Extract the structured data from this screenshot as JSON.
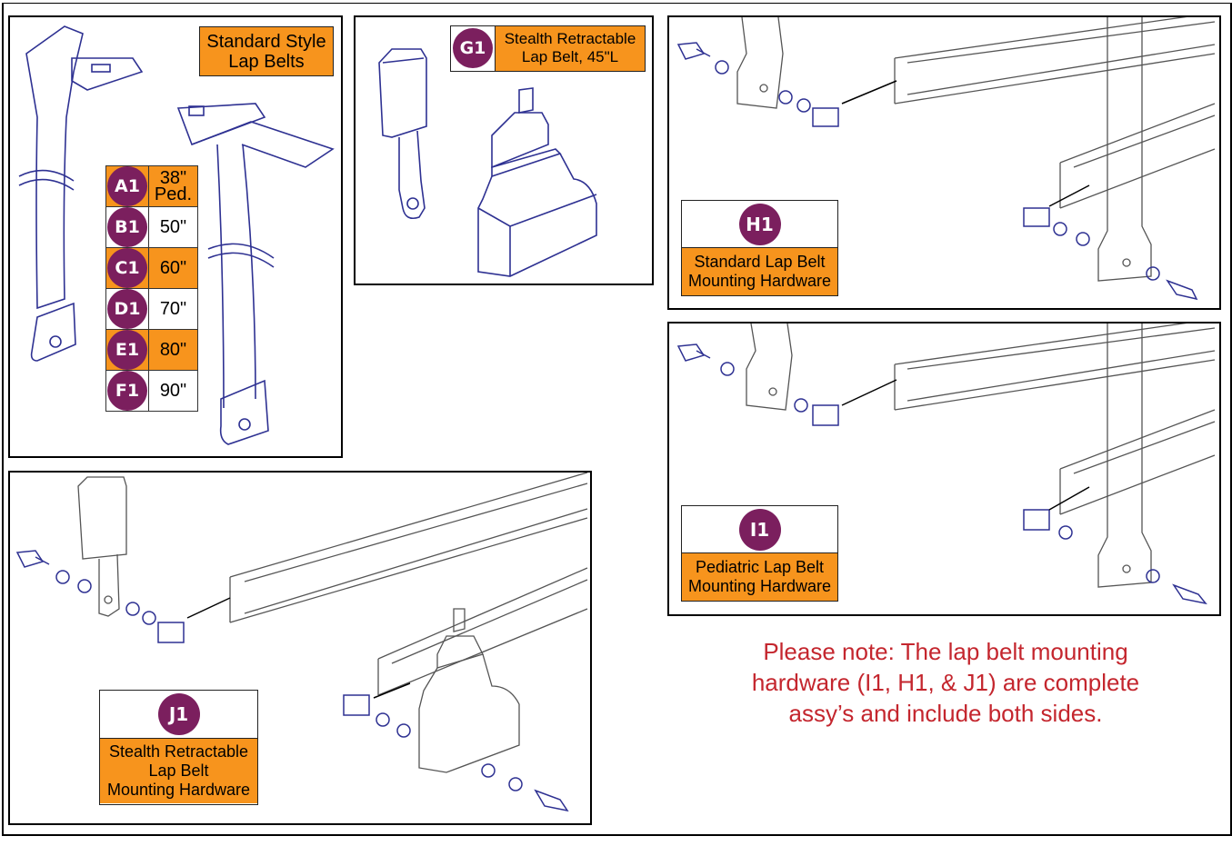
{
  "colors": {
    "orange": "#F7941D",
    "purple": "#7B1F5E",
    "line": "#2E3192",
    "note": "#C4262E"
  },
  "panel_a": {
    "title_lines": [
      "Standard Style",
      "Lap Belts"
    ],
    "rows": [
      {
        "code": "A1",
        "length": "38\"",
        "extra": "Ped."
      },
      {
        "code": "B1",
        "length": "50\""
      },
      {
        "code": "C1",
        "length": "60\""
      },
      {
        "code": "D1",
        "length": "70\""
      },
      {
        "code": "E1",
        "length": "80\""
      },
      {
        "code": "F1",
        "length": "90\""
      }
    ]
  },
  "panel_g": {
    "code": "G1",
    "title_lines": [
      "Stealth Retractable",
      "Lap Belt, 45\"L"
    ]
  },
  "panel_h": {
    "code": "H1",
    "title_lines": [
      "Standard Lap Belt",
      "Mounting Hardware"
    ]
  },
  "panel_i": {
    "code": "I1",
    "title_lines": [
      "Pediatric Lap Belt",
      "Mounting Hardware"
    ]
  },
  "panel_j": {
    "code": "J1",
    "title_lines": [
      "Stealth Retractable",
      "Lap Belt",
      "Mounting Hardware"
    ]
  },
  "note": {
    "lines": [
      "Please note: The lap belt mounting",
      "hardware (I1, H1, & J1) are complete",
      "assy’s and include both sides."
    ]
  }
}
